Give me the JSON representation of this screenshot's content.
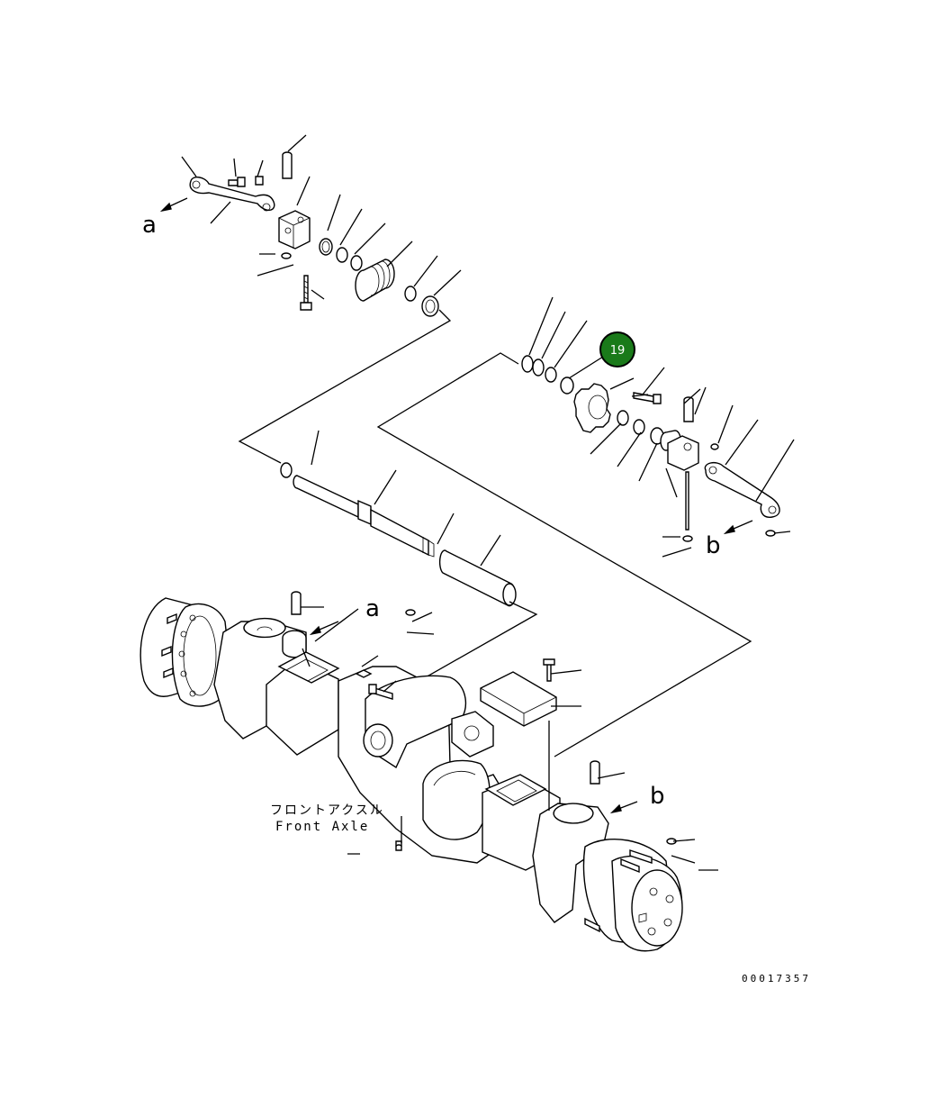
{
  "diagram": {
    "view_labels": {
      "a": "a",
      "b": "b"
    },
    "caption_jp": "フロントアクスル",
    "caption_en": "Front Axle",
    "drawing_code": "00017357",
    "callouts": [
      {
        "number": "19",
        "color": "#1a7a1a"
      }
    ]
  }
}
